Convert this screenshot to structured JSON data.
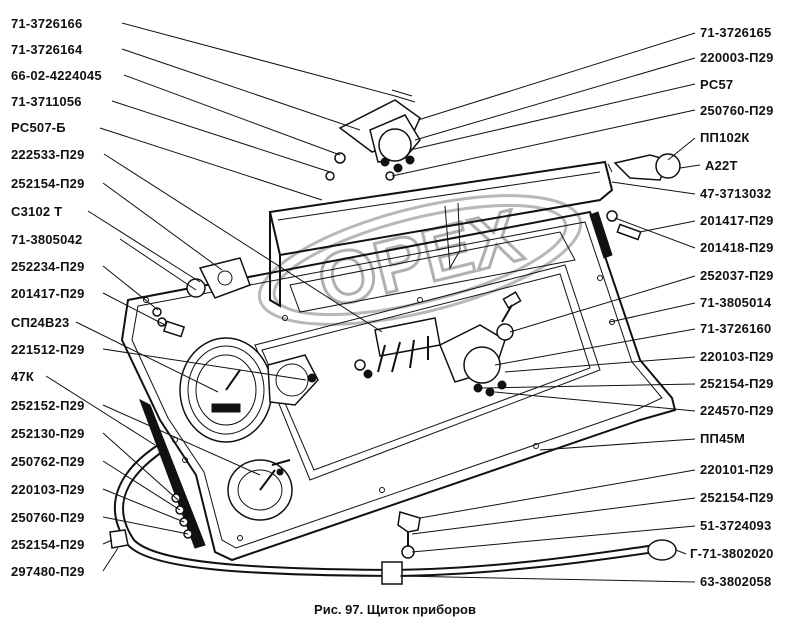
{
  "diagram": {
    "caption": "Рис. 97. Щиток приборов",
    "watermark": "OPEX",
    "labels_left": [
      "71-3726166",
      "71-3726164",
      "66-02-4224045",
      "71-3711056",
      "PC507-Б",
      "222533-П29",
      "252154-П29",
      "С3102 Т",
      "71-3805042",
      "252234-П29",
      "201417-П29",
      "СП24В23",
      "221512-П29",
      "47К",
      "252152-П29",
      "252130-П29",
      "250762-П29",
      "220103-П29",
      "250760-П29",
      "252154-П29",
      "297480-П29"
    ],
    "labels_right": [
      "71-3726165",
      "220003-П29",
      "PC57",
      "250760-П29",
      "ПП102К",
      "А22Т",
      "47-3713032",
      "201417-П29",
      "201418-П29",
      "252037-П29",
      "71-3805014",
      "71-3726160",
      "220103-П29",
      "252154-П29",
      "224570-П29",
      "ПП45М",
      "220101-П29",
      "252154-П29",
      "51-3724093",
      "Г-71-3802020",
      "63-3802058"
    ]
  }
}
